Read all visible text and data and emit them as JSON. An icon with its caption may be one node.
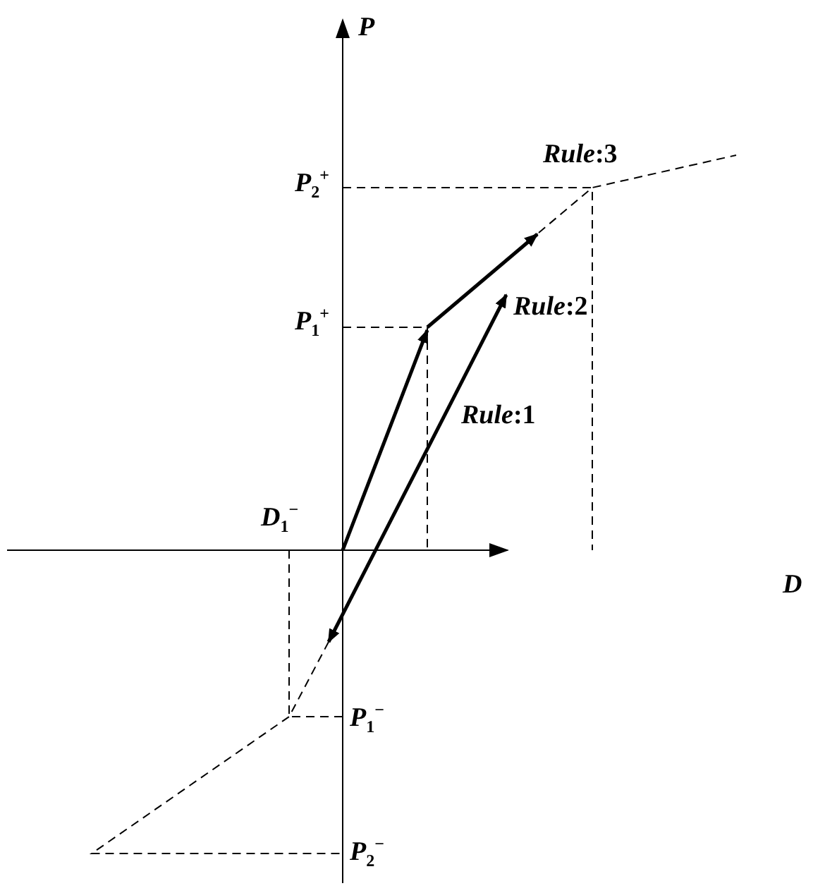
{
  "diagram": {
    "labels": [
      "*P*",
      "*Rule*:3",
      "*P*$_{2}$$^{+}$",
      "*Rule*:2",
      "*P*$_{1}$$^{+}$",
      "*Rule*:1",
      "*D*$_{1}$$^{−}$",
      "*D*",
      "*P*$_{1}$$^{−}$",
      "*P*$_{2}$$^{−}$"
    ]
  }
}
